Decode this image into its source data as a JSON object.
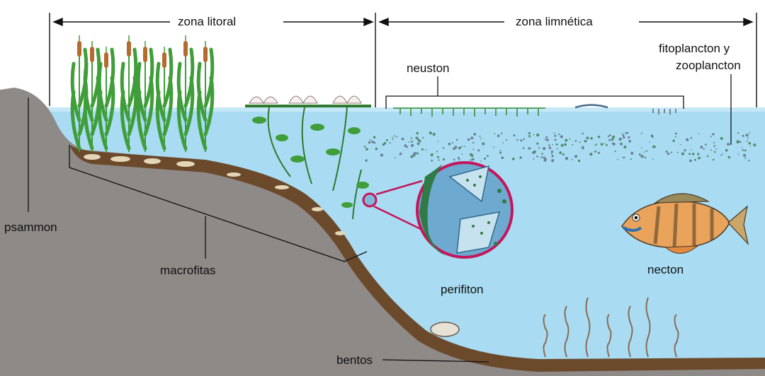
{
  "labels": {
    "zona_litoral": "zona litoral",
    "zona_limnetica": "zona limnética",
    "fitoplancton_line1": "fitoplancton y",
    "fitoplancton_line2": "zooplancton",
    "neuston": "neuston",
    "psammon": "psammon",
    "macrofitas": "macrofitas",
    "perifiton": "perifiton",
    "necton": "necton",
    "bentos": "bentos"
  },
  "colors": {
    "water": "#a9dcf2",
    "water_surface": "#c5e8f8",
    "bank": "#8e8a88",
    "sediment": "#6b4a2c",
    "plant_green": "#3f9e3a",
    "cattail": "#b56a2e",
    "magnifier_ring": "#c4165c",
    "fish_body": "#e9a35a"
  }
}
